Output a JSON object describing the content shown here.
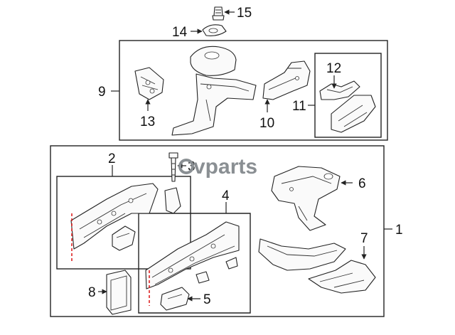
{
  "watermark": "vparts",
  "callouts": {
    "c1": "1",
    "c2": "2",
    "c3": "3",
    "c4": "4",
    "c5": "5",
    "c6": "6",
    "c7": "7",
    "c8": "8",
    "c9": "9",
    "c10": "10",
    "c11": "11",
    "c12": "12",
    "c13": "13",
    "c14": "14",
    "c15": "15"
  },
  "colors": {
    "line": "#222222",
    "cut_line": "#dd2222",
    "watermark": "#8a8f93"
  }
}
